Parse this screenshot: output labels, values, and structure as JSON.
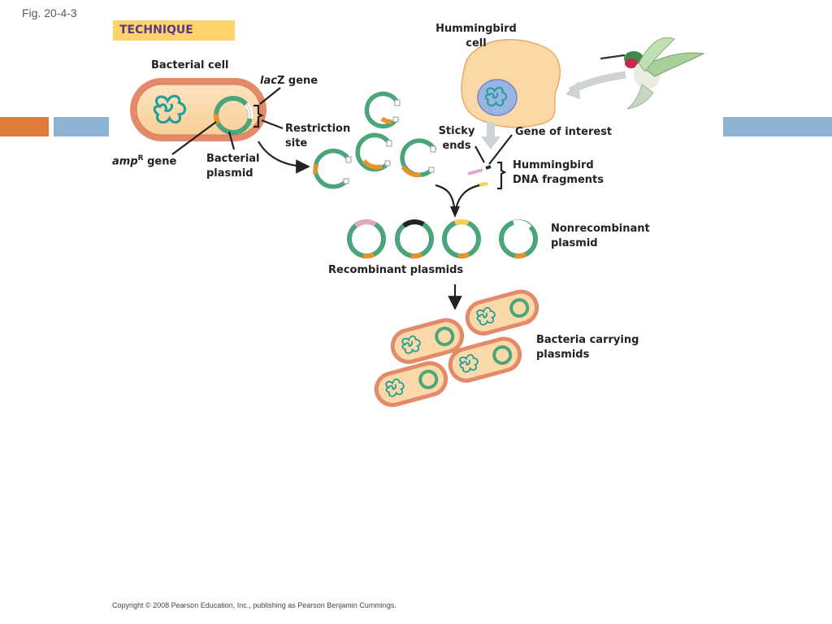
{
  "figure": {
    "number": "Fig. 20-4-3",
    "technique": "TECHNIQUE"
  },
  "labels": {
    "bacterial_cell": "Bacterial cell",
    "lacz_italic": "lac",
    "lacz_rest": "Z gene",
    "restriction_site_1": "Restriction",
    "restriction_site_2": "site",
    "amp_italic": "amp",
    "amp_sup": "R",
    "amp_rest": " gene",
    "bacterial_plasmid_1": "Bacterial",
    "bacterial_plasmid_2": "plasmid",
    "hummingbird_cell_1": "Hummingbird",
    "hummingbird_cell_2": "cell",
    "sticky_ends_1": "Sticky",
    "sticky_ends_2": "ends",
    "gene_of_interest": "Gene of interest",
    "dna_fragments_1": "Hummingbird",
    "dna_fragments_2": "DNA fragments",
    "nonrecombinant_1": "Nonrecombinant",
    "nonrecombinant_2": "plasmid",
    "recombinant": "Recombinant plasmids",
    "bacteria_carrying_1": "Bacteria carrying",
    "bacteria_carrying_2": "plasmids"
  },
  "copyright": "Copyright © 2008 Pearson Education, Inc., publishing as Pearson Benjamin Cummings.",
  "colors": {
    "plasmid_green": "#4aa57a",
    "amp_orange": "#e8922c",
    "cell_fill": "#fbd9a8",
    "cell_wall": "#e38a6b",
    "bar_orange": "#e07b3c",
    "bar_blue": "#8fb3d4",
    "insert_pink": "#e6a4c8",
    "insert_yellow": "#f6cf4e"
  }
}
